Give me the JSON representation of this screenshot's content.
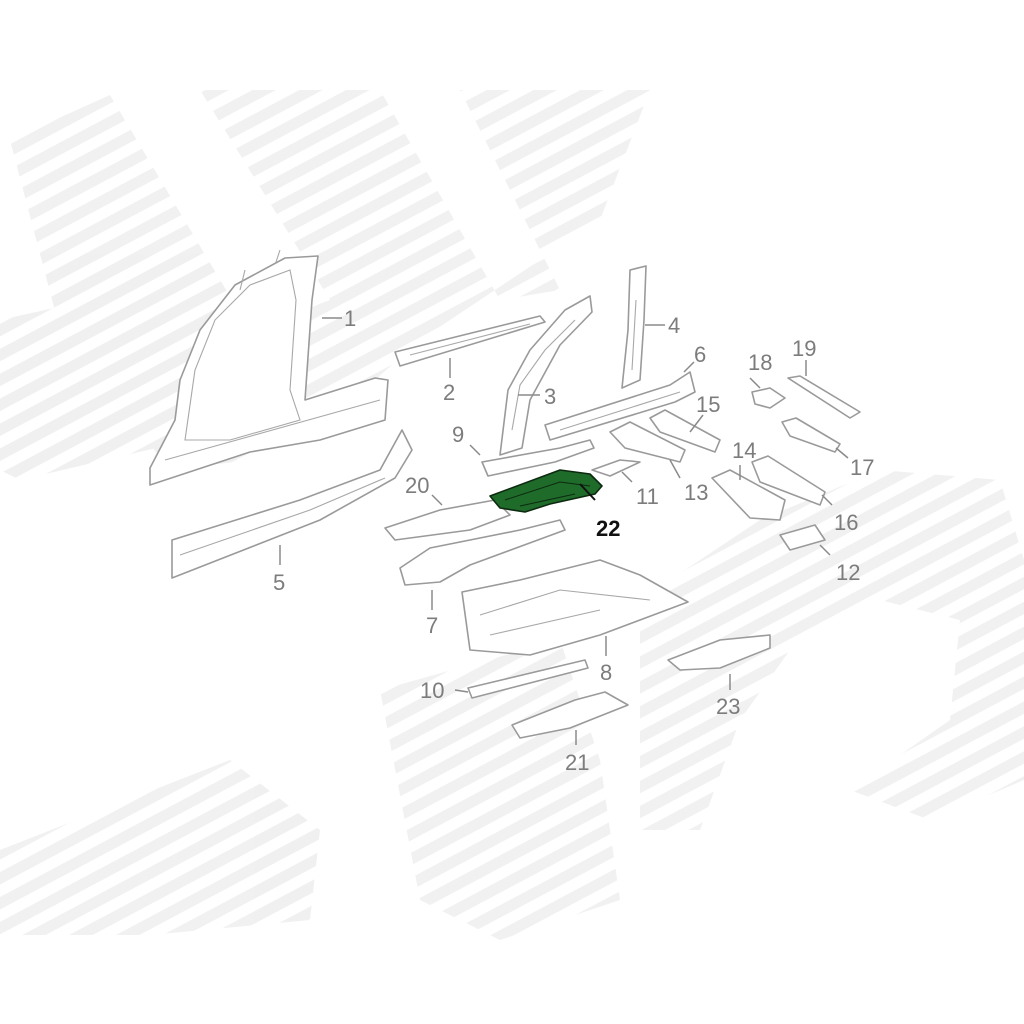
{
  "diagram": {
    "highlight_color": "#1f6b2a",
    "highlighted_callout": "22",
    "callouts": [
      "1",
      "2",
      "3",
      "4",
      "5",
      "6",
      "7",
      "8",
      "9",
      "10",
      "11",
      "12",
      "13",
      "14",
      "15",
      "16",
      "17",
      "18",
      "19",
      "20",
      "21",
      "22",
      "23"
    ]
  }
}
